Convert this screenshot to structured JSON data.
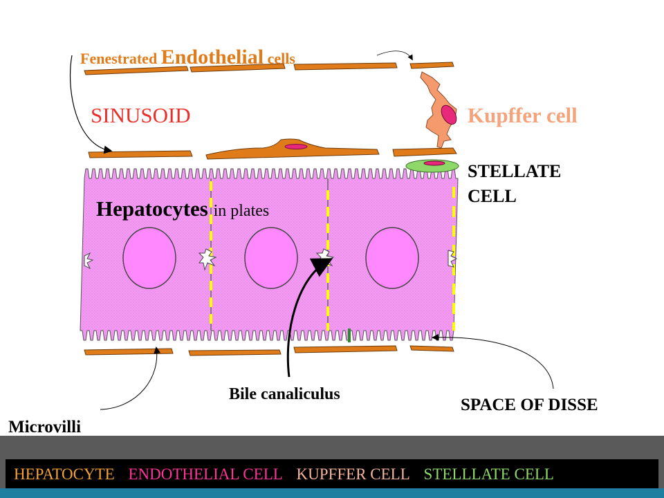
{
  "labels": {
    "fenestrated": "Fenestrated",
    "endothelial": "Endothelial",
    "cells": "cells",
    "sinusoid": "SINUSOID",
    "kupffer_cell": "Kupffer cell",
    "stellate_line1": "STELLATE",
    "stellate_line2": "CELL",
    "hepatocytes": "Hepatocytes",
    "in_plates": "in plates",
    "bile_canaliculus": "Bile canaliculus",
    "space_of_disse": "SPACE OF DISSE",
    "microvilli": "Microvilli"
  },
  "legend": [
    {
      "text": "HEPATOCYTE",
      "color": "#f4a233"
    },
    {
      "text": "ENDOTHELIAL CELL",
      "color": "#ff3399"
    },
    {
      "text": "KUPFFER CELL",
      "color": "#f6b49a"
    },
    {
      "text": "STELLLATE CELL",
      "color": "#8fd86a"
    }
  ],
  "colors": {
    "hepatocyte_fill": "#f49cf4",
    "nucleus_fill": "#ff88ff",
    "endothelium_fill": "#e07b1a",
    "kupffer_fill": "#f49a6c",
    "kupffer_nucleus": "#e8287a",
    "stellate_fill": "#8ed86a",
    "cell_junction": "#ffff00"
  }
}
